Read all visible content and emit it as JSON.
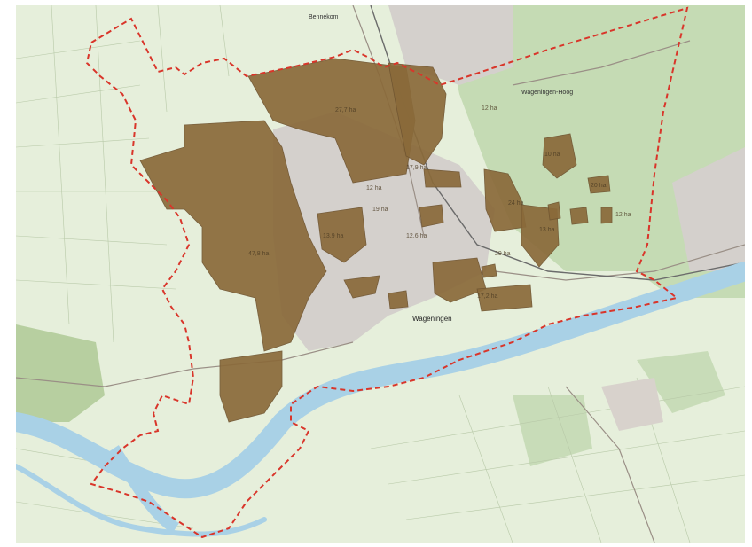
{
  "map": {
    "town_label": "Wageningen",
    "nearby_labels": [
      "Bennekom",
      "Wageningen-Hoog"
    ],
    "parcel_labels": [
      "27,7 ha",
      "47,8 ha",
      "17,9 ha",
      "12 ha",
      "19 ha",
      "13,9 ha",
      "12,6 ha",
      "17,2 ha",
      "24 ha",
      "13 ha",
      "10 ha",
      "29 ha",
      "12 ha",
      "20 ha",
      "12 ha"
    ],
    "colors": {
      "land_base": "#e6efdb",
      "urban": "#d4d0cc",
      "forest": "#b7d3a4",
      "parcel_fill": "#8a6a3a",
      "boundary": "#d9352a",
      "water": "#a9d1e6"
    },
    "legend": null
  }
}
